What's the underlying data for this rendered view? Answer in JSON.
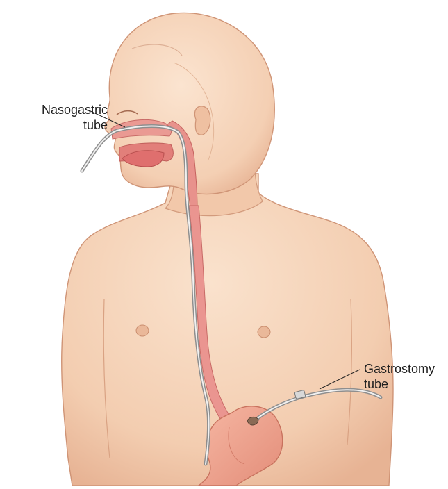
{
  "labels": {
    "nasogastric": {
      "line1": "Nasogastric",
      "line2": "tube"
    },
    "gastrostomy": {
      "line1": "Gastrostomy",
      "line2": "tube"
    }
  },
  "colors": {
    "skin": "#f6d3b8",
    "skin_shadow": "#e4ad8d",
    "skin_outline": "#c98d6e",
    "mucosa": "#e58a86",
    "mucosa_dark": "#c65a5a",
    "stomach": "#f0a38f",
    "tube": "#8e8e8e",
    "tube_highlight": "#f2f2f2",
    "leader_line": "#222222"
  }
}
